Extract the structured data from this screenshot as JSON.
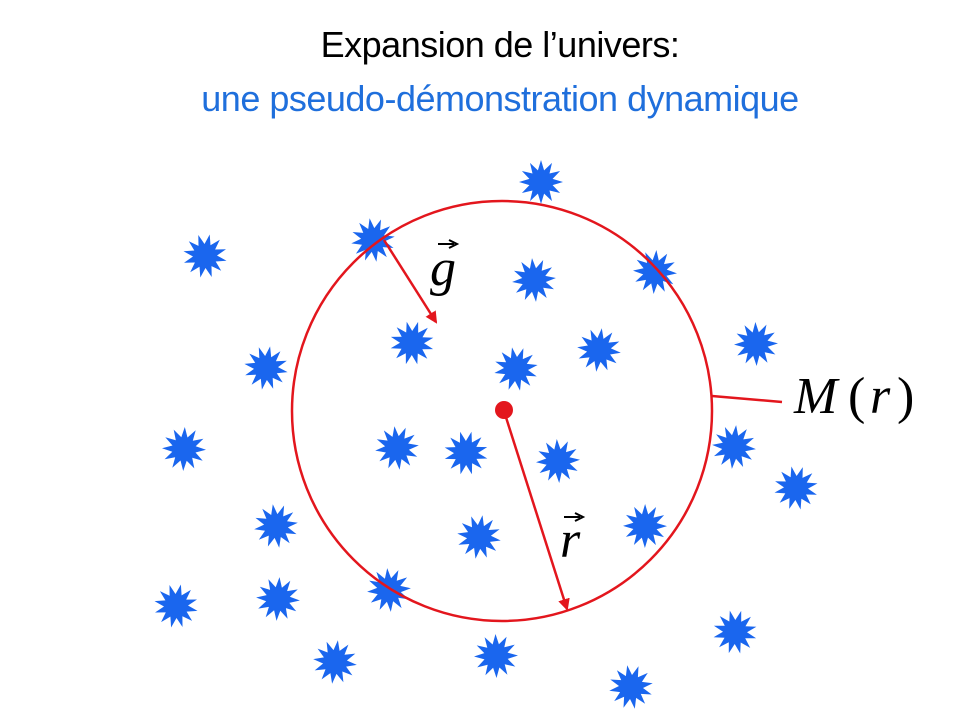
{
  "title": {
    "line1": "Expansion de l’univers:",
    "line2": "une pseudo-démonstration dynamique"
  },
  "labels": {
    "gravity_vector": "g",
    "radius_vector": "r",
    "mass_symbol": "M",
    "mass_paren_open": "(",
    "mass_var": "r",
    "mass_paren_close": ")"
  },
  "colors": {
    "title_text": "#000000",
    "subtitle_text": "#1f6fdc",
    "galaxy": "#1a66ee",
    "sphere": "#e3161d",
    "label_text": "#000000"
  },
  "icons": {
    "galaxy": "galaxy-starburst-icon",
    "center": "center-dot-icon"
  }
}
